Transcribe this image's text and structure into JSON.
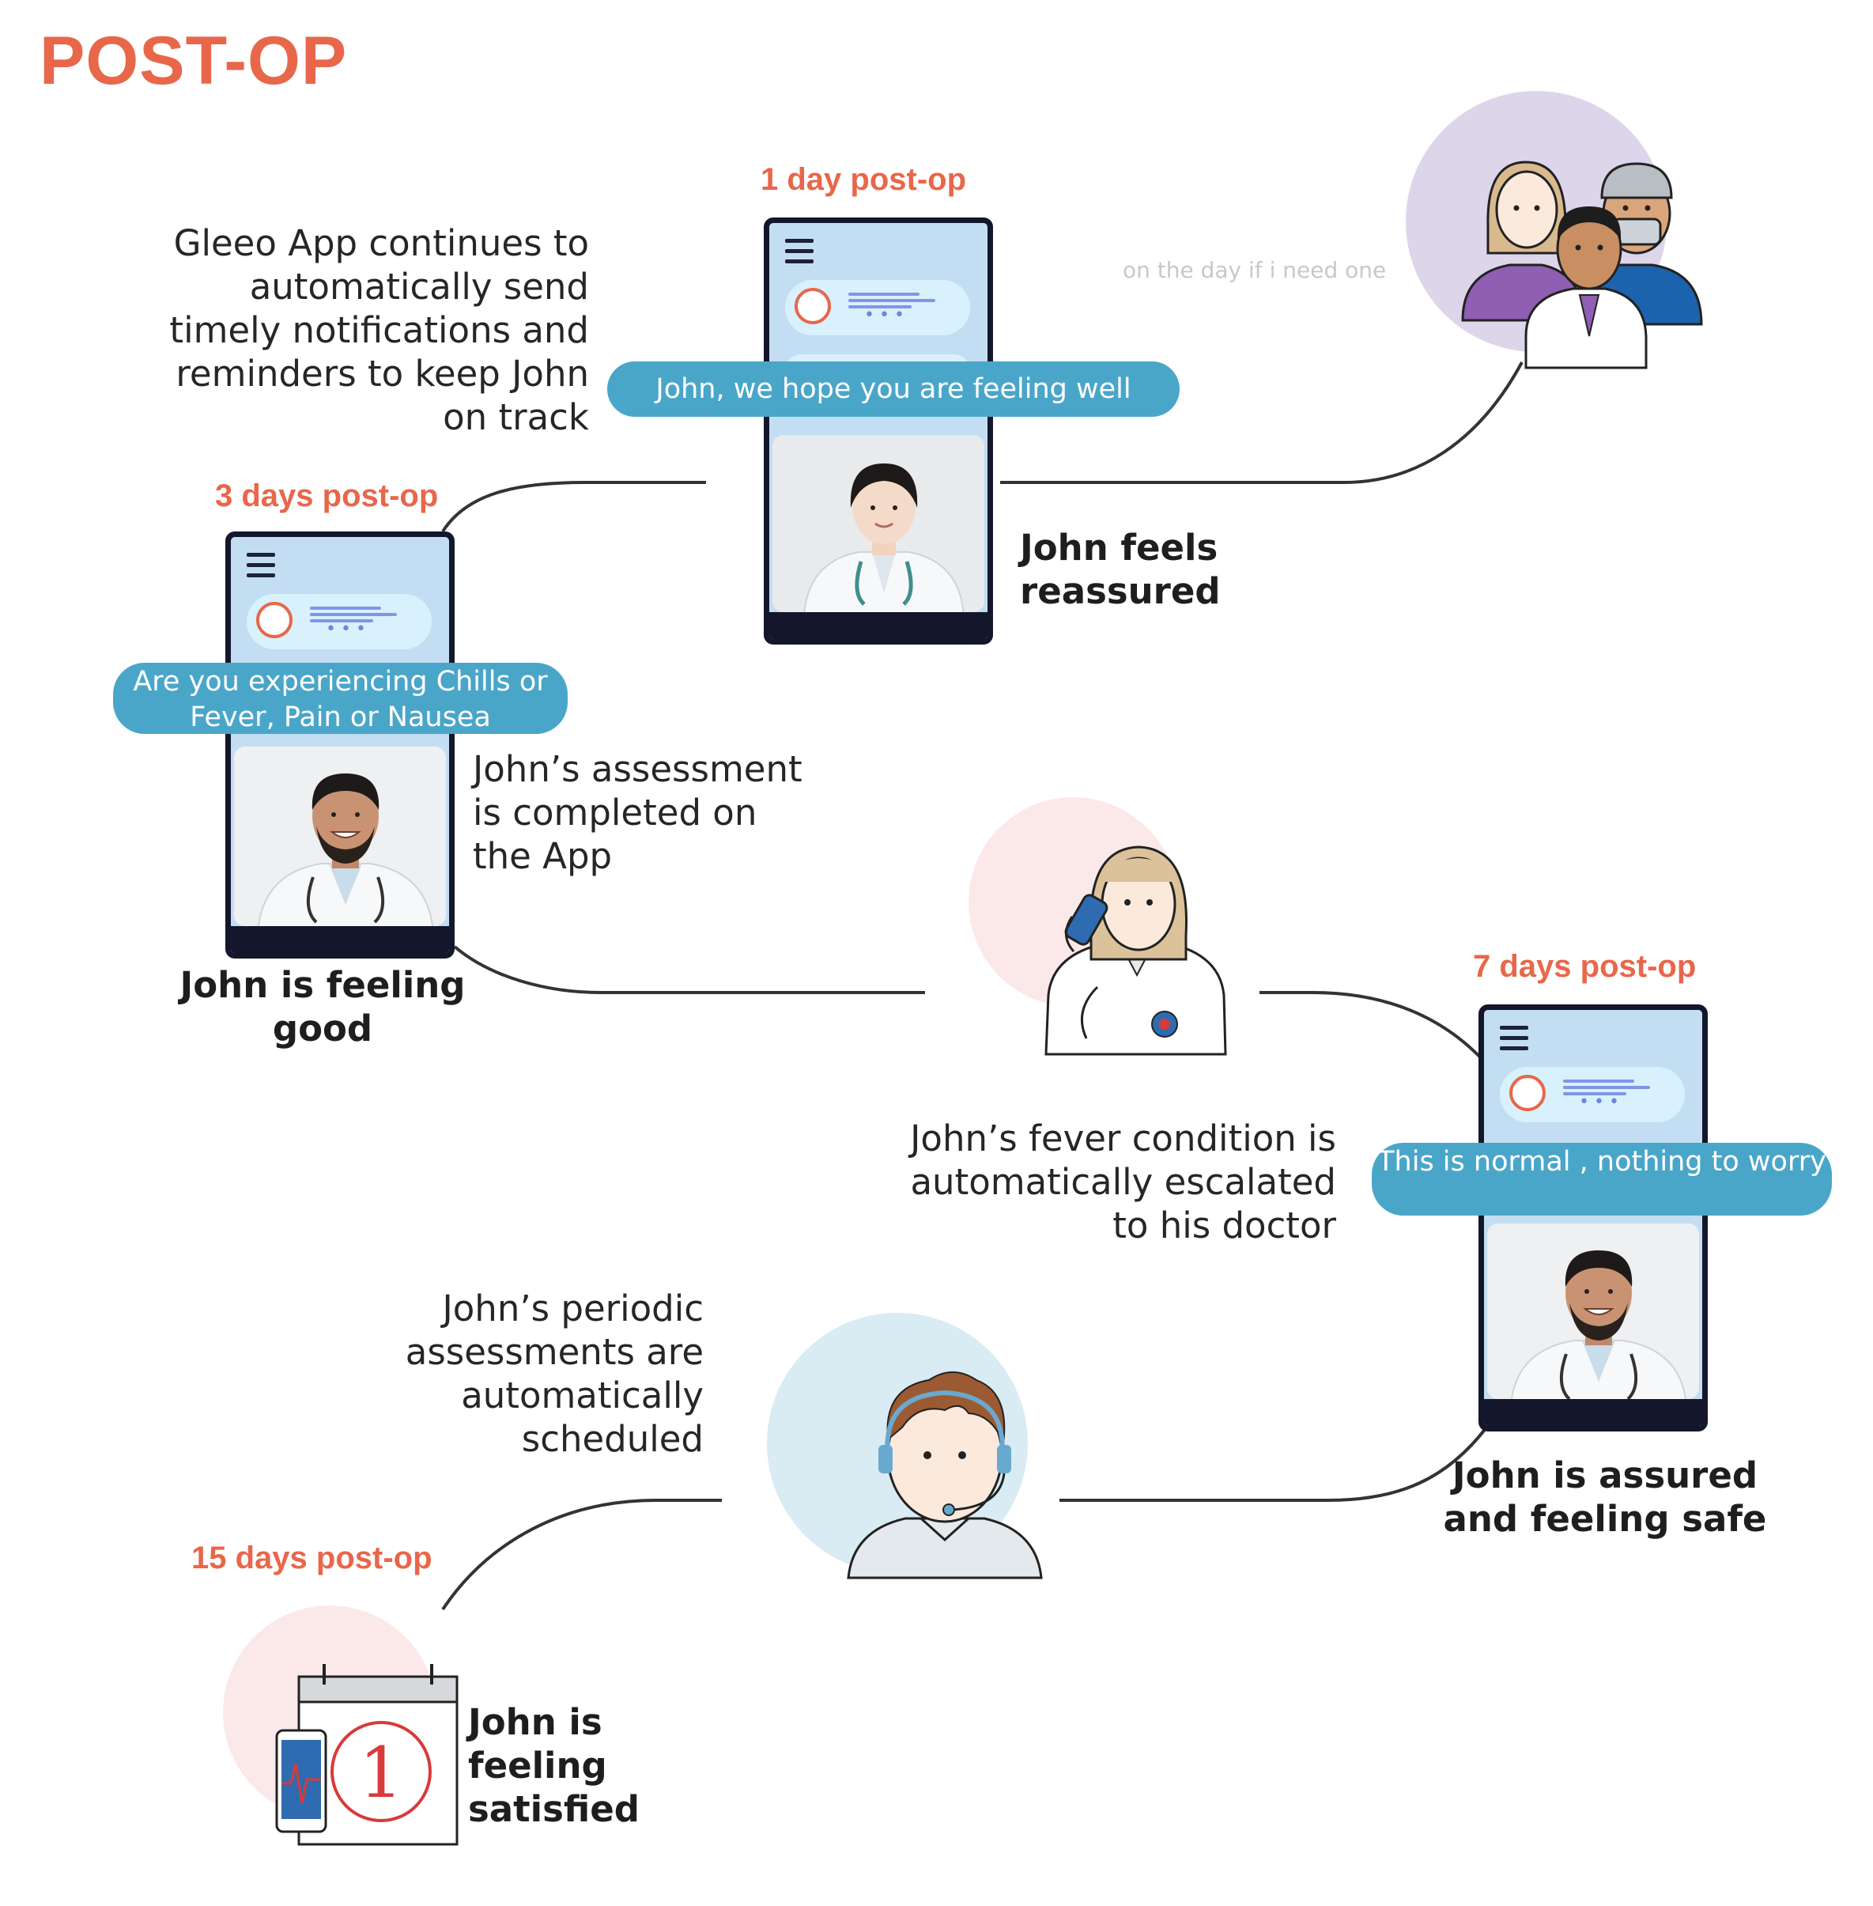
{
  "title": "POST-OP",
  "stages": {
    "day1": "1 day post-op",
    "day3": "3 days post-op",
    "day7": "7 days post-op",
    "day15": "15 days post-op"
  },
  "texts": {
    "gleeo": "Gleeo App continues to automatically send timely notifications and reminders to keep John on track",
    "assessment": "John’s assessment is completed on the App",
    "escalated": "John’s fever condition is automatically escalated to his doctor",
    "periodic": "John’s periodic assessments are automatically scheduled",
    "faint": "on the day if i need one"
  },
  "bubbles": {
    "day1": "John, we hope you are feeling well",
    "day3": "Are you experiencing Chills or Fever, Pain or Nausea",
    "day7": "This is normal , nothing to worry"
  },
  "outcomes": {
    "reassured": "John feels reassured",
    "good": "John is feeling good",
    "safe": "John is assured and  feeling safe",
    "satisfied": "John is feeling satisfied"
  },
  "calendar_number": "1",
  "icons": {
    "care_team": "care-team-icon",
    "nurse": "nurse-phone-icon",
    "agent": "support-agent-icon",
    "calendar": "calendar-phone-icon"
  },
  "colors": {
    "accent": "#e8674a",
    "bubble": "#4aa6c9",
    "phone_screen": "#c3def2",
    "lavender_circle": "#ddd5ea",
    "pink_circle": "#fbe9ea",
    "blue_circle": "#d9ebf3"
  }
}
